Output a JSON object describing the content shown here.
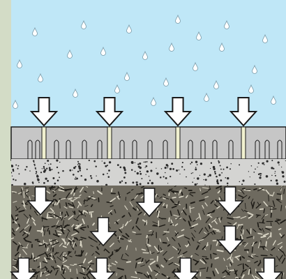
{
  "diagram": {
    "layers": [
      {
        "name": "sky",
        "color": "#bfe7f7"
      },
      {
        "name": "permeable-pavers",
        "color": "#c6c6c6"
      },
      {
        "name": "bedding-layer",
        "color": "#d4d4d2"
      },
      {
        "name": "aggregate-base",
        "color": "#6e6a5f"
      }
    ],
    "background_color": "#d3dcc6",
    "raindrop_color": "#ffffff",
    "arrow_color": "#ffffff",
    "outline_color": "#1a1a1a",
    "joint_fill_color": "#f0f0cf",
    "icons": {
      "raindrop": "raindrop-icon",
      "arrow": "down-arrow-icon"
    }
  }
}
